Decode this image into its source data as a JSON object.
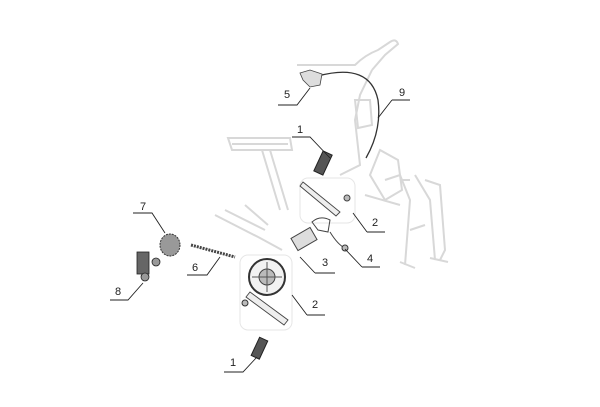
{
  "diagram": {
    "callouts": [
      {
        "id": "pedal-right",
        "label": "1"
      },
      {
        "id": "crank-arm-left",
        "label": "2"
      },
      {
        "id": "bottom-bracket",
        "label": "3"
      },
      {
        "id": "front-derailleur",
        "label": "4"
      },
      {
        "id": "shifter",
        "label": "5"
      },
      {
        "id": "chain",
        "label": "6"
      },
      {
        "id": "cassette",
        "label": "7"
      },
      {
        "id": "rear-derailleur",
        "label": "8"
      },
      {
        "id": "crankset-right",
        "label": "2"
      },
      {
        "id": "pedal-left",
        "label": "1"
      },
      {
        "id": "shift-cable",
        "label": "9"
      }
    ],
    "colors": {
      "frame": "#d8d8d8",
      "parts": "#333333",
      "leader": "#222222"
    }
  }
}
